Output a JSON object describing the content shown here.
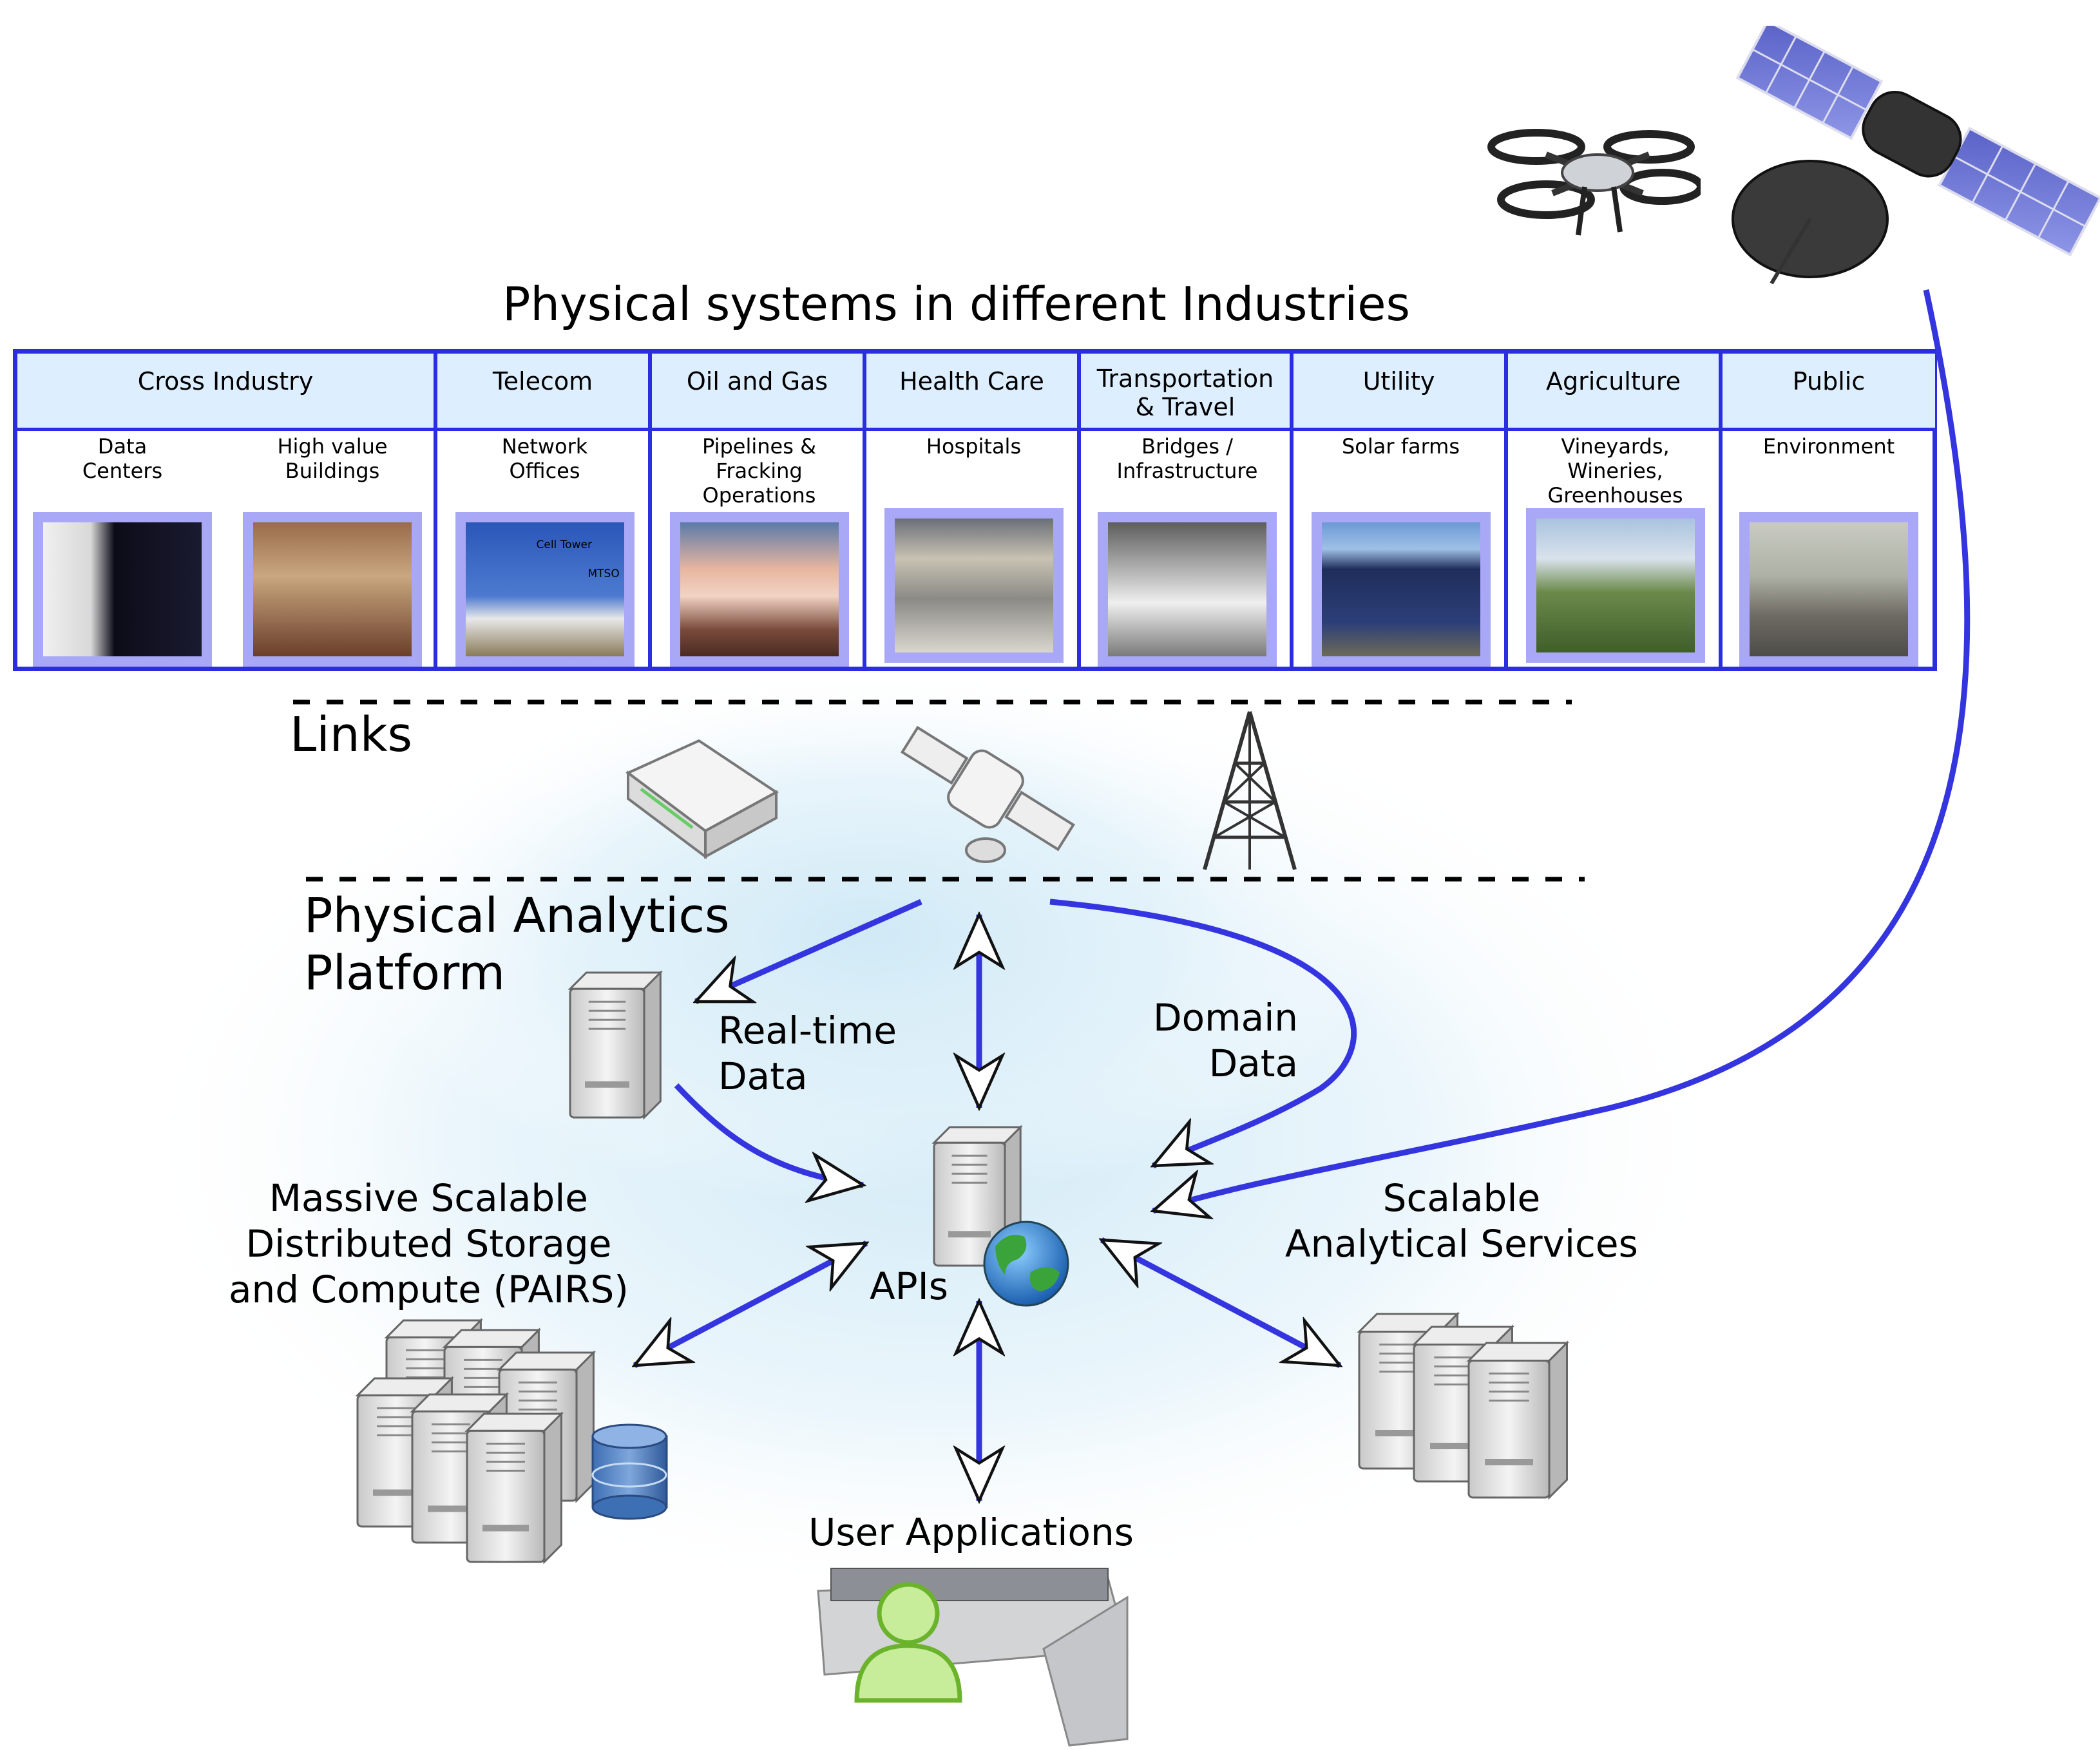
{
  "title": "Physical systems in different Industries",
  "industries": [
    {
      "name": "Cross Industry",
      "subs": [
        "Data\nCenters",
        "High value\nBuildings"
      ]
    },
    {
      "name": "Telecom",
      "subs": [
        "Network\nOffices"
      ]
    },
    {
      "name": "Oil and Gas",
      "subs": [
        "Pipelines &\nFracking\nOperations"
      ]
    },
    {
      "name": "Health Care",
      "subs": [
        "Hospitals"
      ]
    },
    {
      "name": "Transportation\n& Travel",
      "subs": [
        "Bridges /\nInfrastructure"
      ]
    },
    {
      "name": "Utility",
      "subs": [
        "Solar farms"
      ]
    },
    {
      "name": "Agriculture",
      "subs": [
        "Vineyards,\nWineries,\nGreenhouses"
      ]
    },
    {
      "name": "Public",
      "subs": [
        "Environment"
      ]
    }
  ],
  "photo_labels": {
    "cell_tower": "Cell Tower",
    "mtso": "MTSO"
  },
  "links_label": "Links",
  "platform_label": "Physical Analytics\nPlatform",
  "realtime_label": "Real-time\nData",
  "domain_label": "Domain\nData",
  "apis_label": "APIs",
  "storage_label": "Massive Scalable\nDistributed Storage\nand Compute (PAIRS)",
  "services_label": "Scalable\nAnalytical Services",
  "user_apps_label": "User Applications",
  "colors": {
    "border": "#2a2ee0",
    "header_fill": "#ddeeff",
    "thumb_frame": "#a9a8f6",
    "arrow": "#3535e0",
    "glow": "#d6ecf7"
  },
  "icons": [
    "drone-icon",
    "satellite-icon",
    "router-icon",
    "comm-satellite-icon",
    "radio-tower-icon",
    "server-icon",
    "globe-icon",
    "database-icon",
    "user-icon",
    "control-room-icon"
  ]
}
